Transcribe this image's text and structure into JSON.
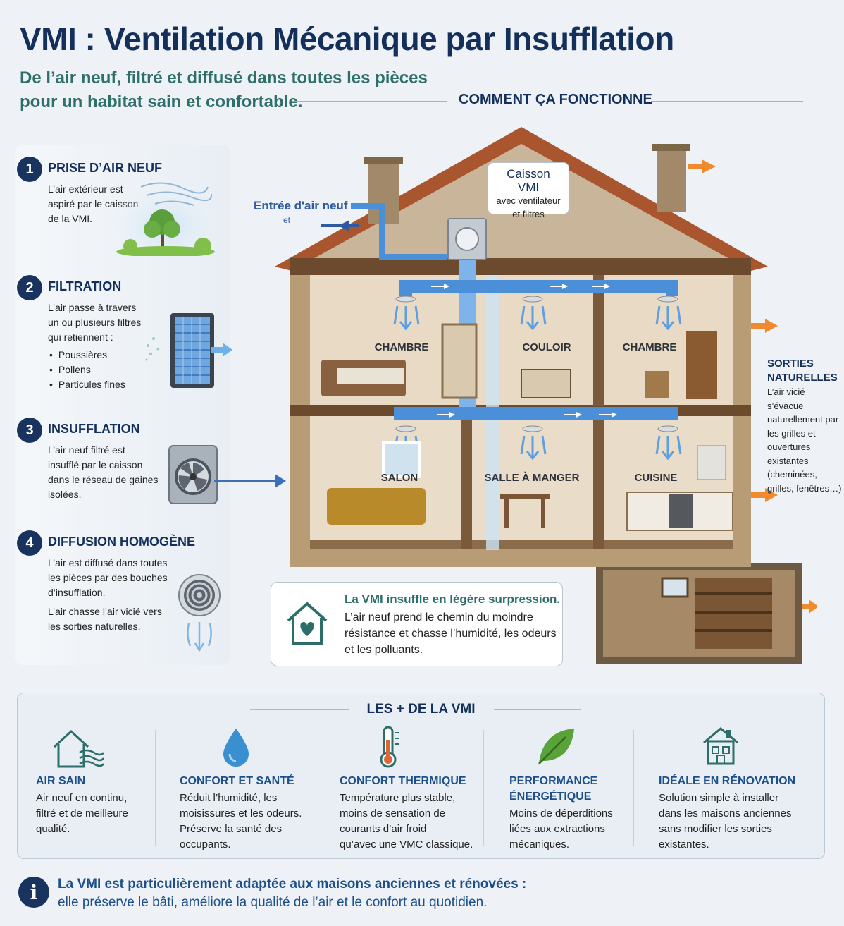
{
  "title": "VMI : Ventilation Mécanique par Insufflation",
  "subtitle": [
    "De l’air neuf, filtré et diffusé dans toutes les pièces",
    "pour un habitat sain et confortable."
  ],
  "how_title": "COMMENT ÇA FONCTIONNE",
  "steps": [
    {
      "num": "1",
      "title": "PRISE D’AIR NEUF",
      "lines": [
        "L’air extérieur est",
        "aspiré par le caisson",
        "de la VMI."
      ]
    },
    {
      "num": "2",
      "title": "FILTRATION",
      "lines": [
        "L’air passe à travers",
        "un ou plusieurs filtres",
        "qui retiennent :"
      ],
      "bullets": [
        "Poussières",
        "Pollens",
        "Particules fines"
      ]
    },
    {
      "num": "3",
      "title": "INSUFFLATION",
      "lines": [
        "L’air neuf filtré est",
        "insufflé par le caisson",
        "dans le réseau de gaines",
        "isolées."
      ]
    },
    {
      "num": "4",
      "title": "DIFFUSION HOMOGÈNE",
      "lines": [
        "L’air est diffusé dans toutes",
        "les pièces par des bouches",
        "d’insufflation."
      ],
      "lines2": [
        "L’air chasse l’air vicié vers",
        "les sorties naturelles."
      ]
    }
  ],
  "house": {
    "air_in": "Entrée d'air neuf",
    "air_in_sub": "et",
    "caisson_title": "Caisson VMI",
    "caisson_sub": [
      "avec ventilateur",
      "et filtres"
    ],
    "rooms_top": [
      "CHAMBRE",
      "COULOIR",
      "CHAMBRE"
    ],
    "rooms_bottom": [
      "SALON",
      "SALLE À MANGER",
      "CUISINE"
    ]
  },
  "sorties": {
    "title": [
      "SORTIES",
      "NATURELLES"
    ],
    "lines": [
      "L’air vicié s’évacue",
      "naturellement par",
      "les grilles et",
      "ouvertures",
      "existantes",
      "(cheminées,",
      "grilles, fenêtres…)"
    ]
  },
  "info": {
    "title": "La VMI insuffle en légère surpression.",
    "lines": [
      "L’air neuf prend le chemin du moindre",
      "résistance et chasse l’humidité, les odeurs",
      "et les polluants."
    ]
  },
  "plus_title": "LES + DE LA VMI",
  "benefits": [
    {
      "title": [
        "AIR SAIN"
      ],
      "lines": [
        "Air neuf en continu,",
        "filtré et de meilleure",
        "qualité."
      ]
    },
    {
      "title": [
        "CONFORT ET SANTÉ"
      ],
      "lines": [
        "Réduit l’humidité, les",
        "moisissures et les odeurs.",
        "Préserve la santé des",
        "occupants."
      ]
    },
    {
      "title": [
        "CONFORT THERMIQUE"
      ],
      "lines": [
        "Température plus stable,",
        "moins de sensation de",
        "courants d’air froid",
        "qu’avec une VMC classique."
      ]
    },
    {
      "title": [
        "PERFORMANCE",
        "ÉNERGÉTIQUE"
      ],
      "lines": [
        "Moins de déperditions",
        "liées aux extractions",
        "mécaniques."
      ]
    },
    {
      "title": [
        "IDÉALE EN RÉNOVATION"
      ],
      "lines": [
        "Solution simple à installer",
        "dans les maisons anciennes",
        "sans modifier les sorties",
        "existantes."
      ]
    }
  ],
  "footer": {
    "icon": "i",
    "line1": "La VMI est particulièrement adaptée aux maisons anciennes et rénovées :",
    "line2": "elle préserve le bâti, améliore la qualité de l’air et le confort au quotidien."
  },
  "colors": {
    "navy": "#14305a",
    "teal": "#2f6f6a",
    "duct_blue": "#4a8fd8",
    "arrow_orange": "#f08a2e"
  }
}
